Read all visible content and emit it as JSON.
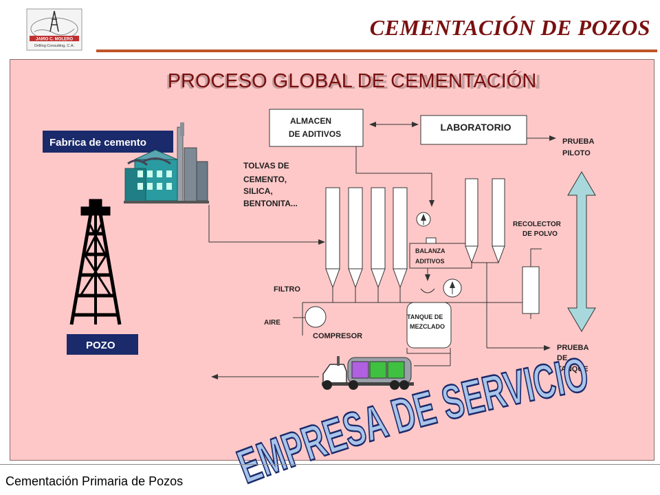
{
  "header": {
    "title": "CEMENTACIÓN DE POZOS",
    "logo_line1": "JAIRO C. MOLERO",
    "logo_line2": "Drilling Consulting, C.A."
  },
  "diagram": {
    "title": "PROCESO GLOBAL DE CEMENTACIÓN",
    "fabrica": "Fabrica de cemento",
    "pozo": "POZO",
    "almacen_l1": "ALMACEN",
    "almacen_l2": "DE ADITIVOS",
    "laboratorio": "LABORATORIO",
    "prueba_piloto_l1": "PRUEBA",
    "prueba_piloto_l2": "PILOTO",
    "tolvas_l1": "TOLVAS DE",
    "tolvas_l2": "CEMENTO,",
    "tolvas_l3": "SILICA,",
    "tolvas_l4": "BENTONITA...",
    "recolector_l1": "RECOLECTOR",
    "recolector_l2": "DE POLVO",
    "balanza_l1": "BALANZA",
    "balanza_l2": "ADITIVOS",
    "filtro": "FILTRO",
    "aire": "AIRE",
    "compresor": "COMPRESOR",
    "tanque_l1": "TANQUE DE",
    "tanque_l2": "MEZCLADO",
    "prueba_tanque_l1": "PRUEBA",
    "prueba_tanque_l2": "DE",
    "prueba_tanque_l3": "TANQUE",
    "empresa": "EMPRESA DE SERVICIO"
  },
  "footer": {
    "text": "Cementación Primaria de Pozos"
  },
  "colors": {
    "panel_bg": "#ffc8c8",
    "header_title": "#7a1010",
    "diagram_title": "#7a1010",
    "header_line": "#c0552a",
    "label_box": "#1a2a6a",
    "empresa_fill": "#a8c4ea",
    "double_arrow": "#a8d8dc"
  }
}
